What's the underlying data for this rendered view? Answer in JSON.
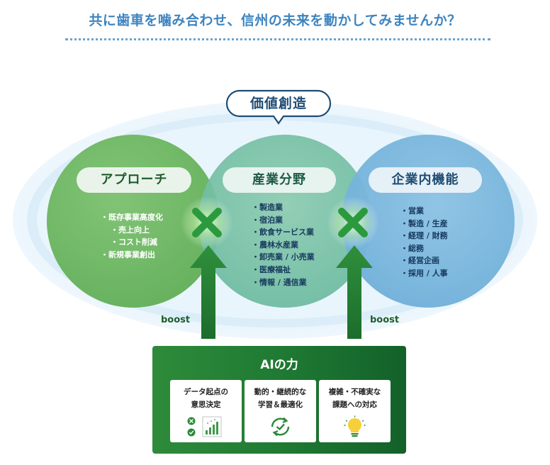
{
  "headline": "共に歯車を噛み合わせ、信州の未来を動かしてみませんか？",
  "callout": "価値創造",
  "circles": {
    "left": {
      "title": "アプローチ",
      "items": [
        "既存事業高度化",
        "売上向上",
        "コスト削減",
        "新規事業創出"
      ]
    },
    "center": {
      "title": "産業分野",
      "items": [
        "製造業",
        "宿泊業",
        "飲食サービス業",
        "農林水産業",
        "卸売業 / 小売業",
        "医療福祉",
        "情報 / 通信業"
      ]
    },
    "right": {
      "title": "企業内機能",
      "items": [
        "営業",
        "製造 / 生産",
        "経理 / 財務",
        "総務",
        "経営企画",
        "採用 / 人事"
      ]
    }
  },
  "boost_left": "boost",
  "boost_right": "boost",
  "ai": {
    "title": "AIの力",
    "cards": [
      {
        "line1": "データ起点の",
        "line2": "意思決定",
        "icon": "decision-chart-icon"
      },
      {
        "line1": "動的・継続的な",
        "line2": "学習＆最適化",
        "icon": "refresh-check-icon"
      },
      {
        "line1": "複雑・不確実な",
        "line2": "課題への対応",
        "icon": "lightbulb-icon"
      }
    ]
  },
  "colors": {
    "headline": "#3d84bf",
    "green": "#63b059",
    "teal": "#6fbca1",
    "blue": "#72b1da",
    "ai_green": "#1f7a33"
  }
}
